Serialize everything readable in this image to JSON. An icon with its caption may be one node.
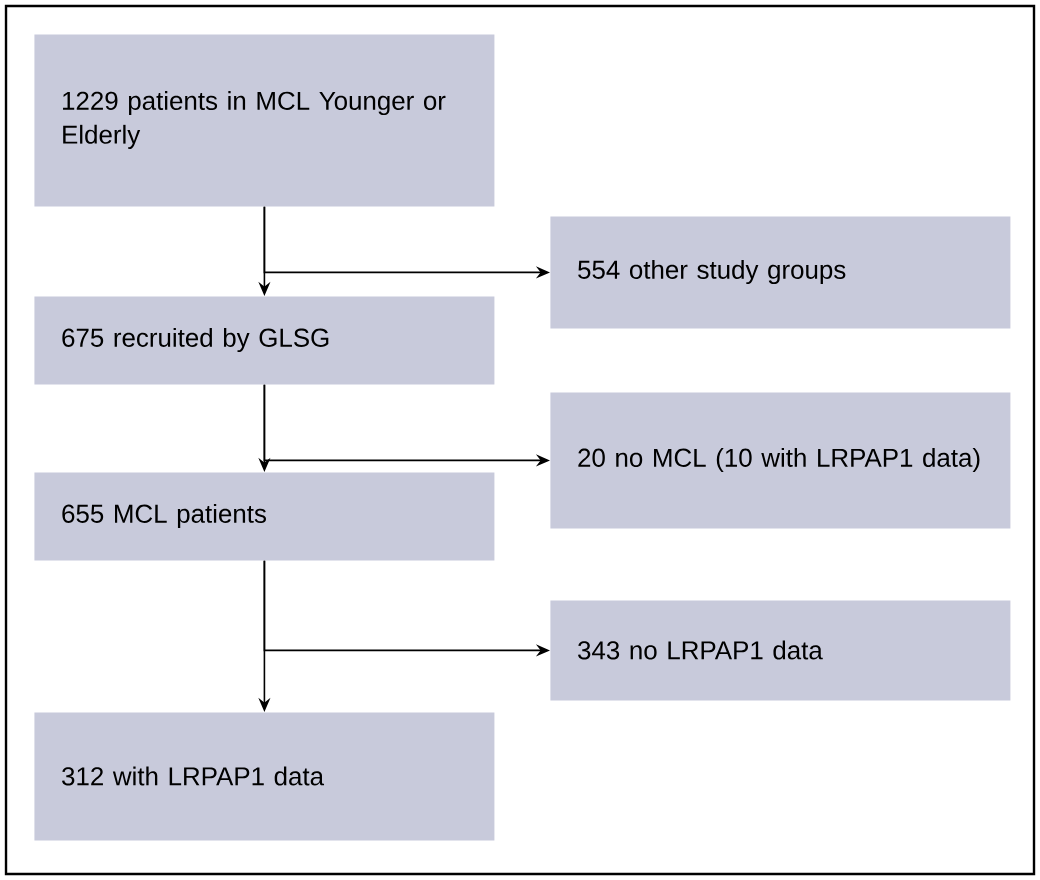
{
  "diagram": {
    "nodes": [
      {
        "text": [
          "1229 patients in MCL Younger or Elderly"
        ]
      },
      {
        "text": [
          "554 other study groups"
        ]
      },
      {
        "text": [
          "675 recruited by GLSG"
        ]
      },
      {
        "text": [
          "20 no MCL (10 with LRPAP1 data)"
        ]
      },
      {
        "text": [
          "655 MCL patients"
        ]
      },
      {
        "text": [
          "343 no LRPAP1 data"
        ]
      },
      {
        "text": [
          "312 with LRPAP1 data"
        ]
      }
    ],
    "edges": [
      {
        "from": 0,
        "to": 2,
        "arrow": "to"
      },
      {
        "from": 0,
        "to": 1,
        "arrow": "to"
      },
      {
        "from": 2,
        "to": 4,
        "arrow": "to"
      },
      {
        "from": 2,
        "to": 3,
        "arrow": "to"
      },
      {
        "from": 4,
        "to": 6,
        "arrow": "to"
      },
      {
        "from": 4,
        "to": 5,
        "arrow": "to"
      }
    ]
  }
}
